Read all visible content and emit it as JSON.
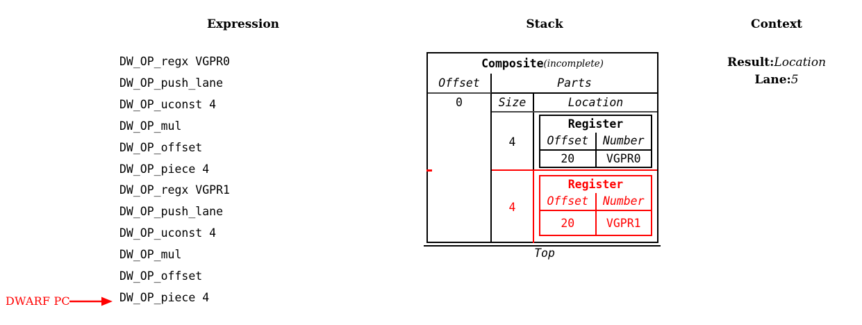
{
  "columns": {
    "expression_heading": "Expression",
    "stack_heading": "Stack",
    "context_heading": "Context"
  },
  "expression": {
    "lines": [
      "DW_OP_regx VGPR0",
      "DW_OP_push_lane",
      "DW_OP_uconst 4",
      "DW_OP_mul",
      "DW_OP_offset",
      "DW_OP_piece 4",
      "DW_OP_regx VGPR1",
      "DW_OP_push_lane",
      "DW_OP_uconst 4",
      "DW_OP_mul",
      "DW_OP_offset",
      "DW_OP_piece 4"
    ],
    "pc_marker_label": "DWARF PC"
  },
  "stack": {
    "title": "Composite",
    "title_qualifier": "(incomplete)",
    "offset_header": "Offset",
    "offset_value": "0",
    "parts_header": "Parts",
    "size_header": "Size",
    "location_header": "Location",
    "bottom_label": "Top",
    "parts": [
      {
        "size": "4",
        "location": {
          "title": "Register",
          "offset_header": "Offset",
          "number_header": "Number",
          "offset_value": "20",
          "number_value": "VGPR0"
        }
      },
      {
        "size": "4",
        "location": {
          "title": "Register",
          "offset_header": "Offset",
          "number_header": "Number",
          "offset_value": "20",
          "number_value": "VGPR1"
        }
      }
    ]
  },
  "context": {
    "result_key": "Result:",
    "result_value": "Location",
    "lane_key": "Lane:",
    "lane_value": "5"
  },
  "colors": {
    "highlight": "#ff0000",
    "foreground": "#000000",
    "background": "#ffffff"
  }
}
